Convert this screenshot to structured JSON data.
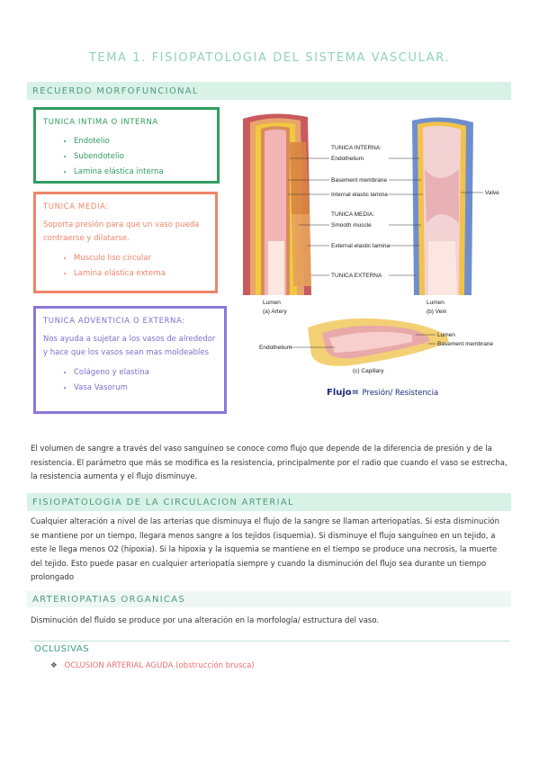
{
  "title": "TEMA 1. FISIOPATOLOGIA DEL SISTEMA VASCULAR.",
  "section1": "RECUERDO MORFOFUNCIONAL",
  "intima": {
    "title": "TUNICA INTIMA O INTERNA",
    "items": [
      "Endotelio",
      "Subendotelio",
      "Lamina elástica interna"
    ]
  },
  "media": {
    "title": "TUNICA MEDIA:",
    "desc": "Soporta presión para que un vaso pueda contraerse y dilatarse.",
    "items": [
      "Musculo liso circular",
      "Lamina elástica externa"
    ]
  },
  "adventicia": {
    "title": "TUNICA ADVENTICIA O EXTERNA:",
    "desc": "Nos ayuda a sujetar a los vasos de alrededor y hace que los vasos sean mas moldeables",
    "items": [
      "Colágeno y elastina",
      "Vasa Vasorum"
    ]
  },
  "figure": {
    "tunica_interna": "TUNICA INTERNA:",
    "endothelium": "Endothelium",
    "basement_membrane": "Basement membrane",
    "internal_elastic": "Internal elastic lamina",
    "tunica_media": "TUNICA MEDIA:",
    "smooth_muscle": "Smooth muscle",
    "external_elastic": "External elastic lamina",
    "tunica_externa": "TUNICA EXTERNA",
    "valve": "Valve",
    "lumen": "Lumen",
    "artery": "(a) Artery",
    "vein": "(b) Vein",
    "capillary": "(c) Capillary",
    "cap_lumen": "Lumen",
    "cap_endothelium": "Endothelium",
    "cap_basement": "Basement membrane"
  },
  "flujo": {
    "label": "Flujo=",
    "formula": "Presión/ Resistencia"
  },
  "para1": "El volumen de sangre a través del vaso sanguíneo se conoce como flujo que depende de la diferencia de presión y de la resistencia. El parámetro que más se modifica es la resistencia, principalmente por el radio que cuando el vaso se estrecha, la resistencia aumenta y el flujo disminuye.",
  "section2": "FISIOPATOLOGIA DE LA CIRCULACION ARTERIAL",
  "para2": "Cualquier alteración a nivel de las arterias que disminuya el flujo de la sangre se llaman arteriopatías. Si esta disminución se mantiene por un tiempo, llegara menos sangre a los tejidos (isquemia). Si disminuye el flujo sanguíneo en un tejido, a este le llega menos O2 (hipoxia). Si la hipoxia y la isquemia se mantiene en el tiempo se produce una necrosis, la muerte del tejido. Esto puede pasar en cualquier arteriopatía siempre y cuando la disminución del flujo sea durante un tiempo prolongado",
  "section3": "ARTERIOPATIAS ORGANICAS",
  "para3": "Disminución del fluido se produce por una alteración en la morfología/ estructura del vaso.",
  "occlusivas": {
    "title": "OCLUSIVAS",
    "item": "OCLUSION ARTERIAL AGUDA (obstrucción brusca)"
  }
}
